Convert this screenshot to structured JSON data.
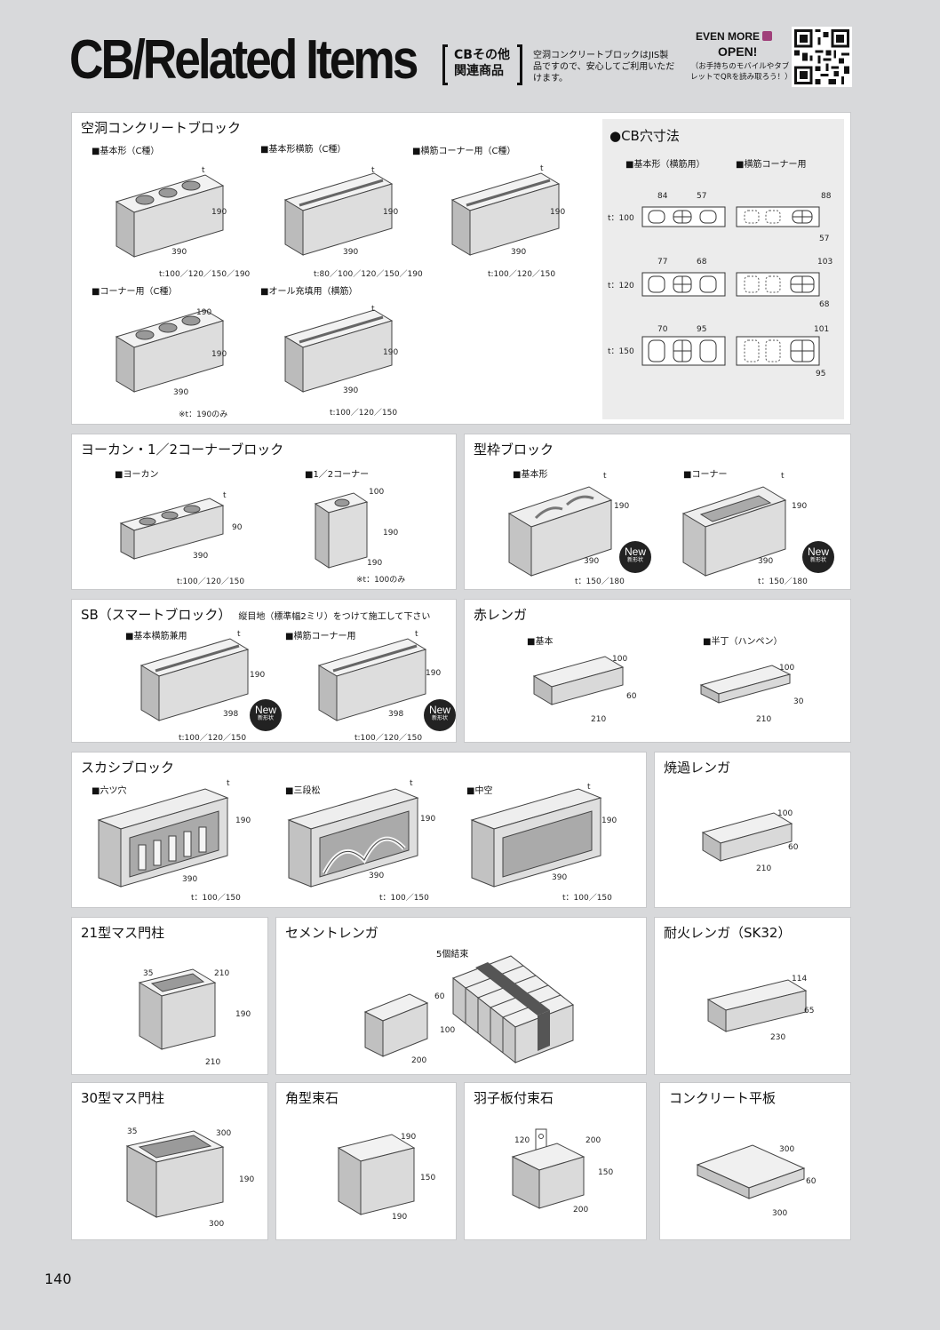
{
  "header": {
    "title": "CB/Related Items",
    "sub1": "CBその他",
    "sub2": "関連商品",
    "intro": "空洞コンクリートブロックはJIS製品ですので、安心してご利用いただけます。",
    "even_more": "EVEN MORE",
    "open": "OPEN!",
    "qr_note": "（お手持ちのモバイルやタブレットでQRを読み取ろう！）"
  },
  "p1": {
    "title": "空洞コンクリートブロック",
    "items": [
      {
        "label": "■基本形（C種）",
        "t": "t",
        "h": "190",
        "w": "390",
        "note": "t:100／120／150／190"
      },
      {
        "label": "■基本形横筋（C種）",
        "t": "t",
        "h": "190",
        "w": "390",
        "note": "t:80／100／120／150／190"
      },
      {
        "label": "■横筋コーナー用（C種）",
        "t": "t",
        "h": "190",
        "w": "390",
        "note": "t:100／120／150"
      },
      {
        "label": "■コーナー用（C種）",
        "t": "190",
        "h": "190",
        "w": "390",
        "note": "※t：190のみ"
      },
      {
        "label": "■オール充填用（横筋）",
        "t": "t",
        "h": "190",
        "w": "390",
        "note": "t:100／120／150"
      }
    ]
  },
  "holes": {
    "title": "●CB穴寸法",
    "col1": "■基本形（横筋用）",
    "col2": "■横筋コーナー用",
    "rows": [
      {
        "t": "t：100",
        "a": "84",
        "b": "57",
        "c": "88",
        "d": "57"
      },
      {
        "t": "t：120",
        "a": "77",
        "b": "68",
        "c": "103",
        "d": "68"
      },
      {
        "t": "t：150",
        "a": "70",
        "b": "95",
        "c": "101",
        "d": "95"
      }
    ]
  },
  "p2": {
    "title": "ヨーカン・1／2コーナーブロック",
    "items": [
      {
        "label": "■ヨーカン",
        "t": "t",
        "h": "90",
        "w": "390",
        "note": "t:100／120／150"
      },
      {
        "label": "■1／2コーナー",
        "t": "100",
        "h": "190",
        "w": "190",
        "note": "※t：100のみ"
      }
    ]
  },
  "p3": {
    "title": "型枠ブロック",
    "items": [
      {
        "label": "■基本形",
        "t": "t",
        "h": "190",
        "w": "390",
        "note": "t：150／180"
      },
      {
        "label": "■コーナー",
        "t": "t",
        "h": "190",
        "w": "390",
        "note": "t：150／180"
      }
    ]
  },
  "badge": {
    "new": "New",
    "sub": "新形状"
  },
  "p4": {
    "title": "SB（スマートブロック）",
    "note": "縦目地（標準幅2ミリ）をつけて施工して下さい",
    "items": [
      {
        "label": "■基本横筋兼用",
        "t": "t",
        "h": "190",
        "w": "398",
        "note": "t:100／120／150"
      },
      {
        "label": "■横筋コーナー用",
        "t": "t",
        "h": "190",
        "w": "398",
        "note": "t:100／120／150"
      }
    ]
  },
  "p5": {
    "title": "赤レンガ",
    "items": [
      {
        "label": "■基本",
        "d": "100",
        "h": "60",
        "w": "210"
      },
      {
        "label": "■半丁（ハンペン）",
        "d": "100",
        "h": "30",
        "w": "210"
      }
    ]
  },
  "p6": {
    "title": "スカシブロック",
    "items": [
      {
        "label": "■六ツ穴",
        "t": "t",
        "h": "190",
        "w": "390",
        "note": "t：100／150"
      },
      {
        "label": "■三段松",
        "t": "t",
        "h": "190",
        "w": "390",
        "note": "t：100／150"
      },
      {
        "label": "■中空",
        "t": "t",
        "h": "190",
        "w": "390",
        "note": "t：100／150"
      }
    ]
  },
  "p7": {
    "title": "焼過レンガ",
    "d": "100",
    "h": "60",
    "w": "210"
  },
  "p8": {
    "title": "21型マス門柱",
    "a": "35",
    "b": "210",
    "h": "190",
    "w": "210"
  },
  "p9": {
    "title": "セメントレンガ",
    "bundle": "5個結束",
    "a": "60",
    "b": "100",
    "w": "200"
  },
  "p10": {
    "title": "耐火レンガ（SK32）",
    "d": "114",
    "h": "65",
    "w": "230"
  },
  "p11": {
    "title": "30型マス門柱",
    "a": "35",
    "b": "300",
    "h": "190",
    "w": "300"
  },
  "p12": {
    "title": "角型束石",
    "d": "190",
    "h": "150",
    "w": "190"
  },
  "p13": {
    "title": "羽子板付束石",
    "a": "120",
    "d": "200",
    "h": "150",
    "w": "200"
  },
  "p14": {
    "title": "コンクリート平板",
    "d": "300",
    "h": "60",
    "w": "300"
  },
  "page": {
    "number": "140"
  }
}
